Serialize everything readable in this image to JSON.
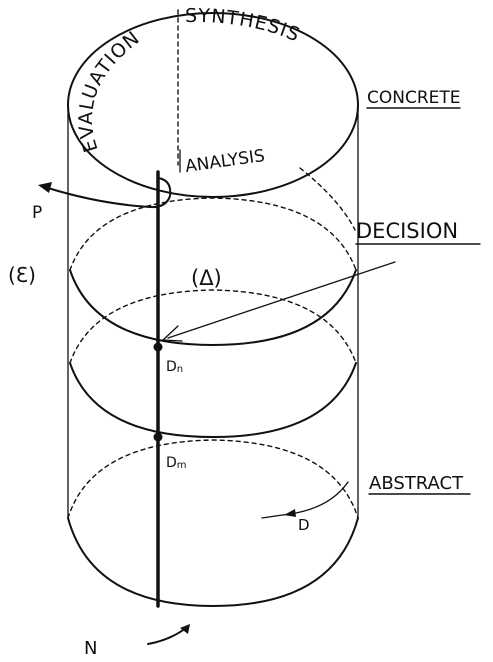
{
  "labels": {
    "evaluation": "EVALUATION",
    "synthesis": "SYNTHESIS",
    "analysis": "ANALYSIS",
    "concrete": "CONCRETE",
    "decision": "DECISION",
    "abstract": "ABSTRACT",
    "p": "P",
    "epsilon": "(Ɛ)",
    "delta": "(Δ)",
    "dn_base": "D",
    "dn_sub": "n",
    "dm_base": "D",
    "dm_sub": "m",
    "d": "D",
    "n": "N"
  }
}
